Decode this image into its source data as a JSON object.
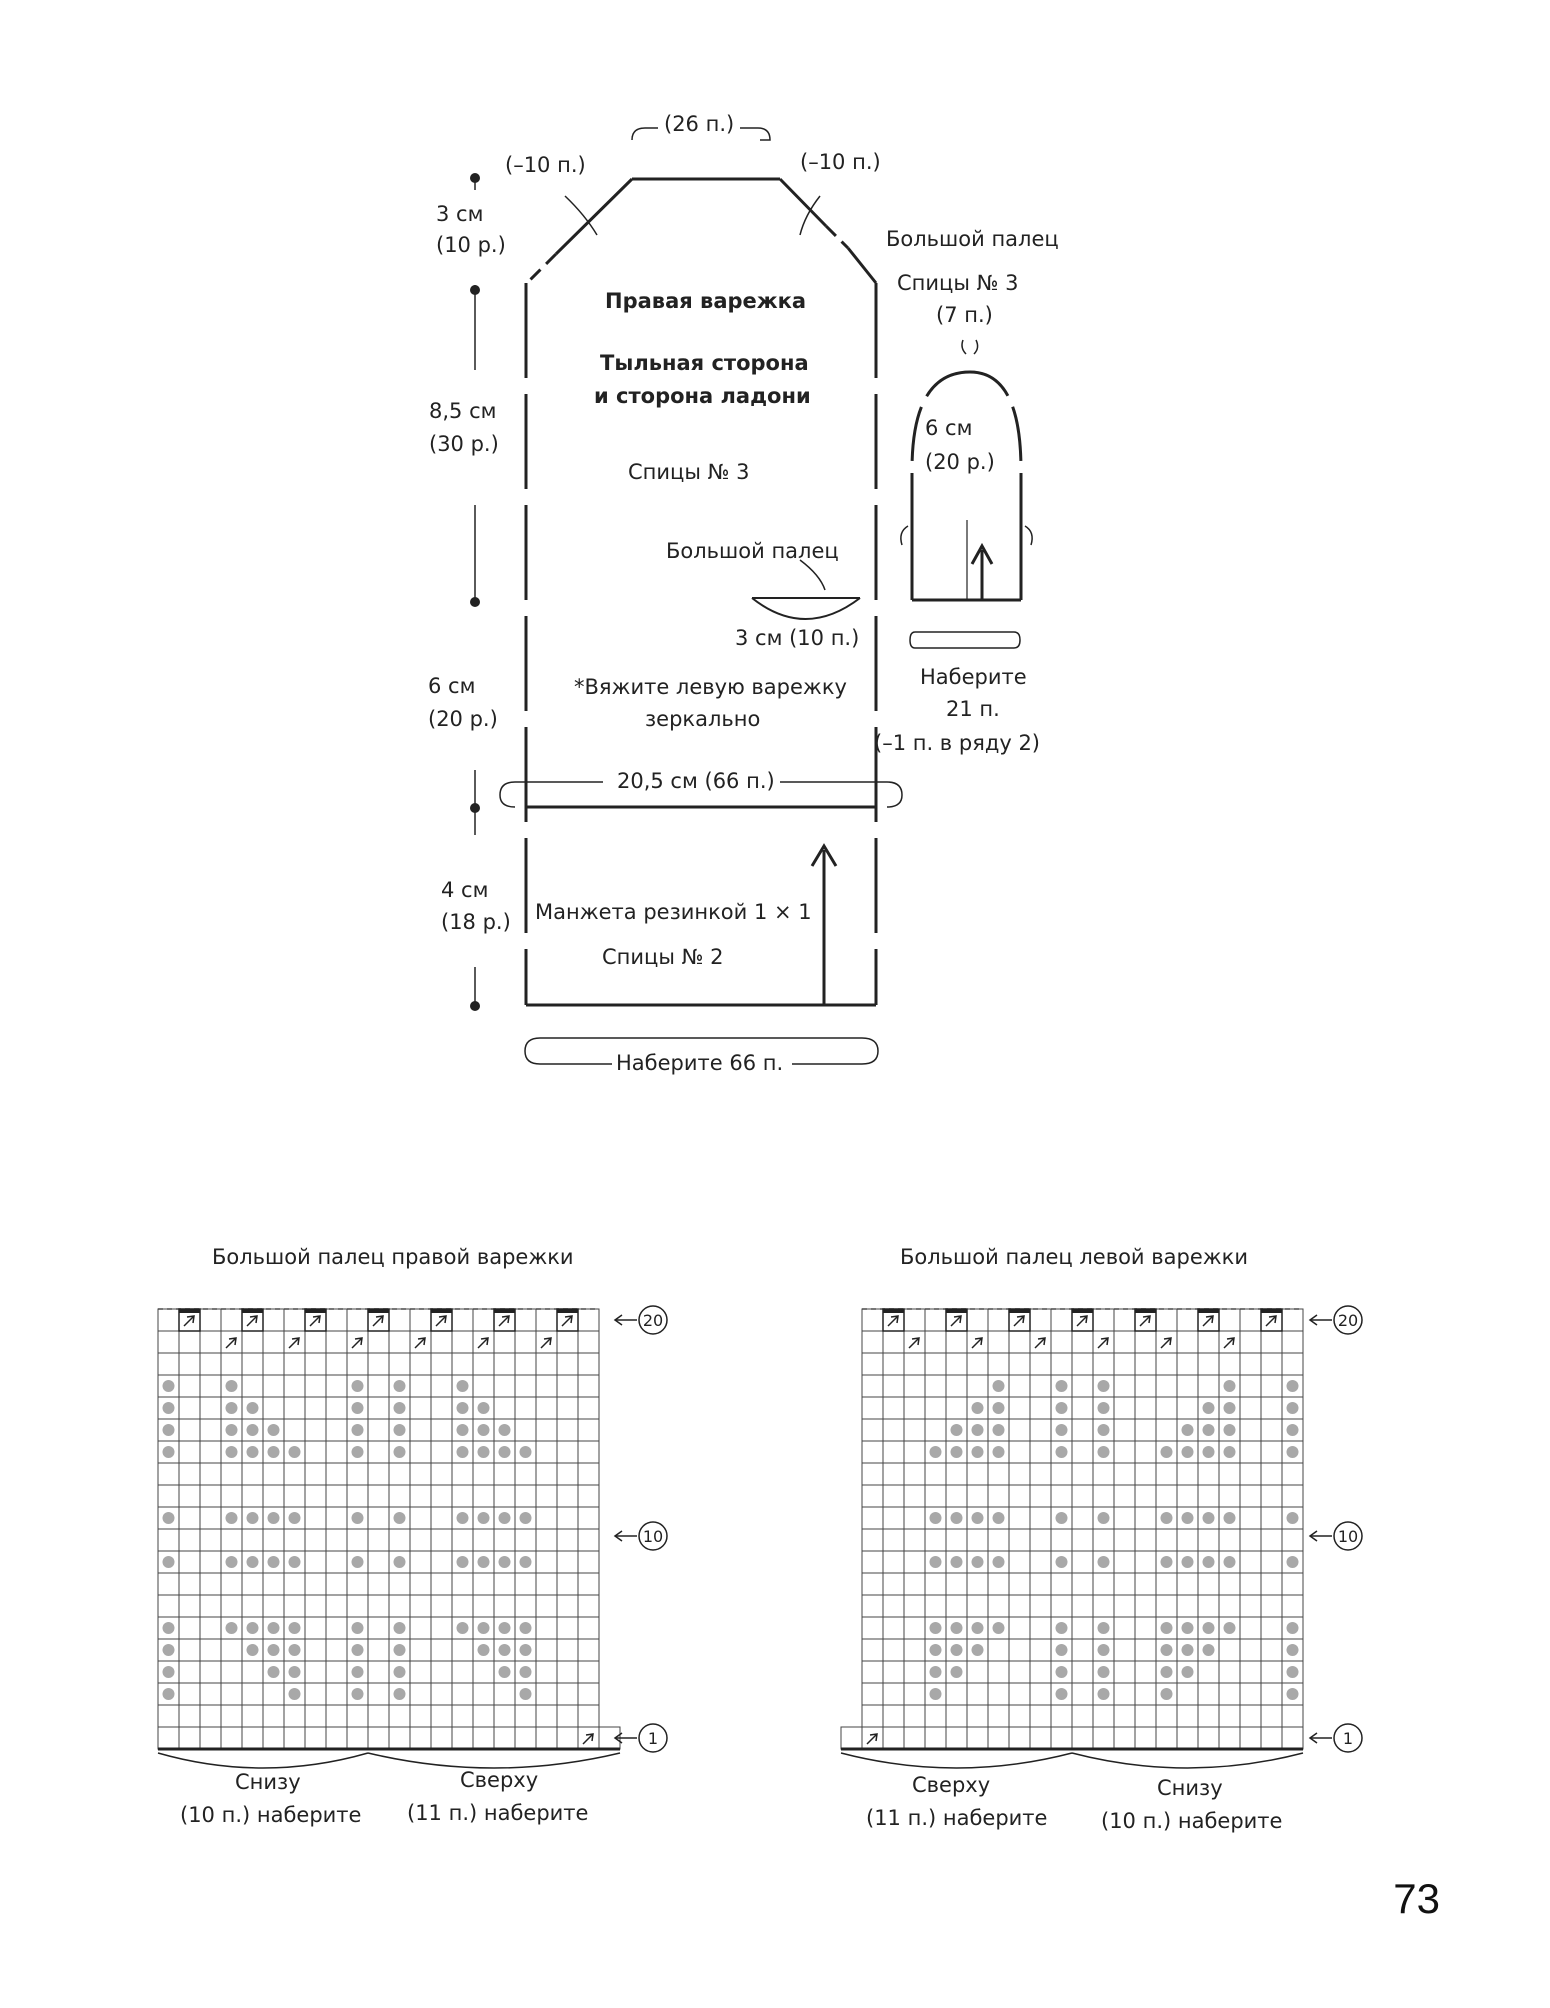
{
  "page_number": "73",
  "mitten": {
    "title": "Правая варежка",
    "subtitle1": "Тыльная сторона",
    "subtitle2": "и сторона ладони",
    "needles_main": "Спицы № 3",
    "thumb_label": "Большой палец",
    "thumb_opening": "3 см (10 п.)",
    "mirror_note": "*Вяжите левую варежку",
    "mirror_note2": "зеркально",
    "width_label": "20,5 см (66 п.)",
    "cuff_label": "Манжета резинкой 1 × 1",
    "needles_cuff": "Спицы № 2",
    "cast_on": "Наберите 66 п.",
    "top_sts": "(26 п.)",
    "dec_left": "(–10 п.)",
    "dec_right": "(–10 п.)",
    "h1": "3 см",
    "h1r": "(10 р.)",
    "h2": "8,5 см",
    "h2r": "(30 р.)",
    "h3": "6 см",
    "h3r": "(20 р.)",
    "h4": "4 см",
    "h4r": "(18 р.)"
  },
  "thumb": {
    "title": "Большой палец",
    "needles": "Спицы № 3",
    "top_sts": "(7 п.)",
    "height": "6 см",
    "height_rows": "(20 р.)",
    "cast1": "Наберите",
    "cast2": "21 п.",
    "cast3": "(–1 п. в ряду 2)"
  },
  "charts": [
    {
      "title": "Большой палец правой варежки",
      "label_left1": "Снизу",
      "label_left2": "(10 п.) наберите",
      "label_right1": "Сверху",
      "label_right2": "(11 п.) наберите",
      "row_labels": [
        "20",
        "10",
        "1"
      ]
    },
    {
      "title": "Большой палец левой варежки",
      "label_left1": "Сверху",
      "label_left2": "(11 п.) наберите",
      "label_right1": "Снизу",
      "label_right2": "(10 п.) наберите",
      "row_labels": [
        "20",
        "10",
        "1"
      ]
    }
  ],
  "colors": {
    "line": "#222222",
    "grid": "#444444",
    "dot": "#a8a8a8"
  }
}
